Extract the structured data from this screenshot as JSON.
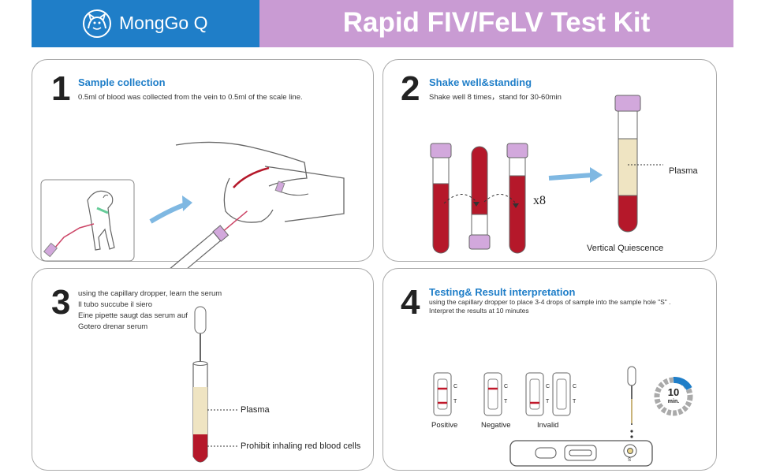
{
  "header": {
    "brand": "MongGo Q",
    "title": "Rapid FIV/FeLV Test Kit",
    "brand_color": "#1f7ec8",
    "title_bg": "#c99bd3"
  },
  "steps": [
    {
      "number": "1",
      "title": "Sample collection",
      "desc": "0.5ml of blood was collected from the vein to 0.5ml of the scale line."
    },
    {
      "number": "2",
      "title": "Shake well&standing",
      "desc": "Shake well 8 times，stand for 30-60min",
      "shake_count": "x8",
      "plasma_label": "Plasma",
      "quiescence_label": "Vertical Quiescence"
    },
    {
      "number": "3",
      "lines": [
        "using the capillary dropper, learn the serum",
        "Il tubo succube il siero",
        "Eine pipette saugt das serum auf",
        "Gotero drenar serum"
      ],
      "plasma_label": "Plasma",
      "rbc_label": "Prohibit inhaling red blood cells"
    },
    {
      "number": "4",
      "title": "Testing& Result interpretation",
      "desc": [
        "using the capillary dropper to place 3-4 drops of sample into the sample hole \"S\" .",
        "Interpret the results at 10 minutes"
      ],
      "results": [
        "Positive",
        "Negative",
        "Invalid"
      ],
      "c_mark": "C",
      "t_mark": "T",
      "timer_value": "10",
      "timer_unit": "min.",
      "sample_mark": "S"
    }
  ],
  "colors": {
    "blood": "#b5182a",
    "plasma": "#efe4c2",
    "cap": "#d2a8dc",
    "accent_blue": "#3b9ad9"
  }
}
